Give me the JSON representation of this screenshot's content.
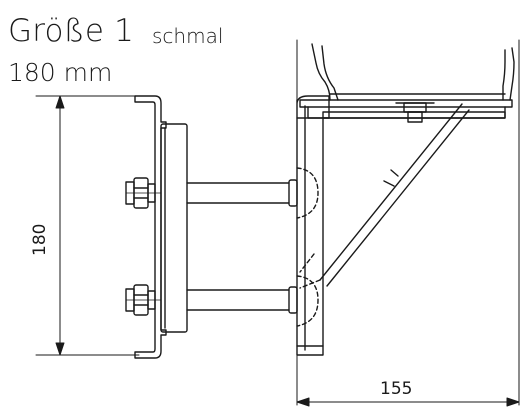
{
  "title": {
    "main": "Größe 1",
    "sub": "schmal",
    "width": "180 mm"
  },
  "dimensions": {
    "height": "180",
    "depth": "155"
  },
  "colors": {
    "line": "#1a1a1a",
    "background": "#ffffff"
  }
}
